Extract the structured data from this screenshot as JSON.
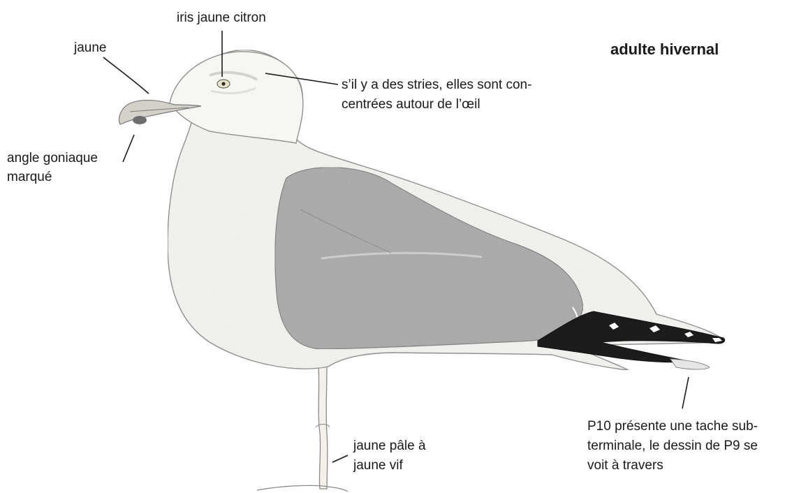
{
  "title": "adulte hivernal",
  "labels": {
    "iris": "iris jaune citron",
    "jaune": "jaune",
    "angle": [
      "angle goniaque",
      "marqué"
    ],
    "stries": [
      "s’il y a des stries, elles sont con-",
      "centrées autour de l’œil"
    ],
    "pattes": [
      "jaune pâle à",
      "jaune vif"
    ],
    "p10": [
      "P10 présente une tache sub-",
      "terminale, le dessin de P9 se",
      "voit à travers"
    ]
  },
  "colors": {
    "text": "#1a1a1a",
    "mantle": "#a8a8a8",
    "wingtip": "#1c1c1c",
    "body_outline": "#8a8a8a"
  }
}
